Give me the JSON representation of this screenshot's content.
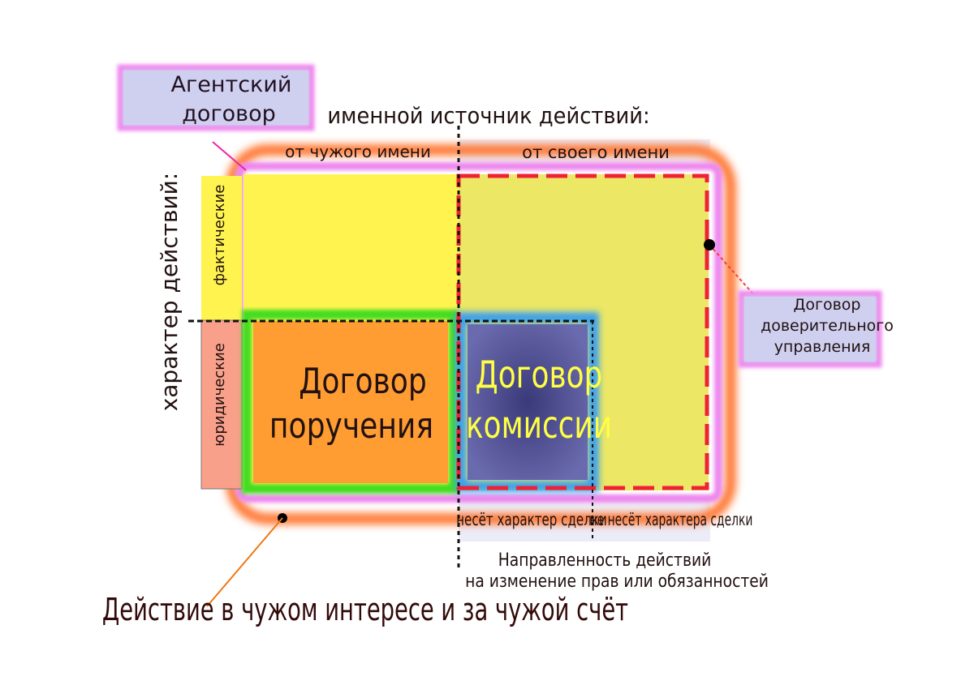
{
  "agent_contract": {
    "line1": "Агентский",
    "line2": "договор"
  },
  "source_axis": {
    "title": "именной источник действий:",
    "left": "от чужого имени",
    "right": "от своего имени"
  },
  "character_axis": {
    "title": "характер действий:",
    "top": "фактические",
    "bottom": "юридические"
  },
  "assignment": {
    "line1": "Договор",
    "line2": "поручения"
  },
  "commission": {
    "line1": "Договор",
    "line2": "комиссии"
  },
  "trust": {
    "line1": "Договор",
    "line2": "доверительного",
    "line3": "управления"
  },
  "deal": {
    "yes": "несёт характер сделки",
    "no": "не несёт характера сделки"
  },
  "direction": {
    "line1": "Направленность действий",
    "line2": "на изменение прав или обязанностей"
  },
  "interest": "Действие в чужом интересе и за чужой счёт",
  "colors": {
    "yellow": "#fff44f",
    "olive_yellow": "#ece764",
    "orange": "#ff9d33",
    "green": "#44dd22",
    "blue_glow": "#3aa0ee",
    "navy": "#4a4a8e",
    "commission_text": "#ffff44",
    "pink": "#ee88ee",
    "lavender": "#cfd0f0",
    "red_dash": "#ee2233",
    "outer_orange": "#ff7733",
    "dark_text": "#221111"
  }
}
